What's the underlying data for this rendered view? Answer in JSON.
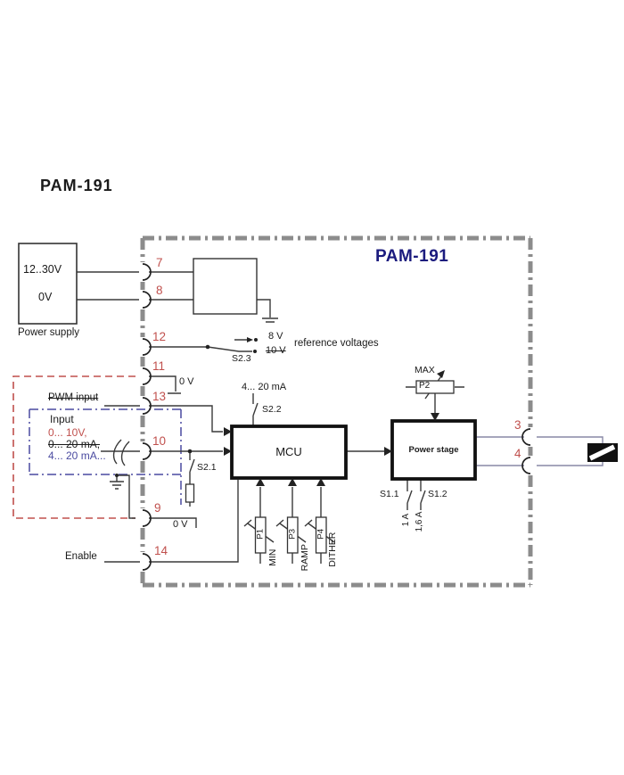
{
  "page": {
    "title": "PAM-191"
  },
  "module": {
    "title": "PAM-191"
  },
  "power_supply": {
    "voltage_range": "12..30V",
    "zero": "0V",
    "caption": "Power supply"
  },
  "pins": {
    "pin7": "7",
    "pin8": "8",
    "pin12": "12",
    "pin11": "11",
    "pin13": "13",
    "pin10": "10",
    "pin9": "9",
    "pin14": "14",
    "pin3": "3",
    "pin4": "4"
  },
  "reference": {
    "v8": "8 V",
    "v10": "10 V",
    "caption": "reference voltages",
    "switch": "S2.3"
  },
  "labels": {
    "zero_v_pin11": "0 V",
    "zero_v_pin9": "0 V",
    "pwm_input": "PWM input",
    "input_title": "Input",
    "input_opt_voltage": "0... 10V,",
    "input_opt_current_020": "0... 20 mA,",
    "input_opt_current_420": "4... 20 mA...",
    "current_loop": "4... 20 mA",
    "enable": "Enable"
  },
  "switches": {
    "s21": "S2.1",
    "s22": "S2.2",
    "s11": "S1.1",
    "s12": "S1.2"
  },
  "fuses": {
    "f1": "1 A",
    "f2": "1,6 A"
  },
  "blocks": {
    "mcu": "MCU",
    "power_stage": "Power stage"
  },
  "pots": {
    "p1": "P1",
    "p3": "P3",
    "p4": "P4",
    "p2": "P2",
    "max": "MAX",
    "min": "MIN",
    "ramp": "RAMP",
    "dither": "DITHER"
  },
  "colors": {
    "pin_red": "#c0504d",
    "module_blue": "#1b1b7e",
    "input_blue": "#4a4aa0",
    "border_gray": "#8c8c8c",
    "wire": "#3a3a3a",
    "output_wire": "#8888a6"
  }
}
